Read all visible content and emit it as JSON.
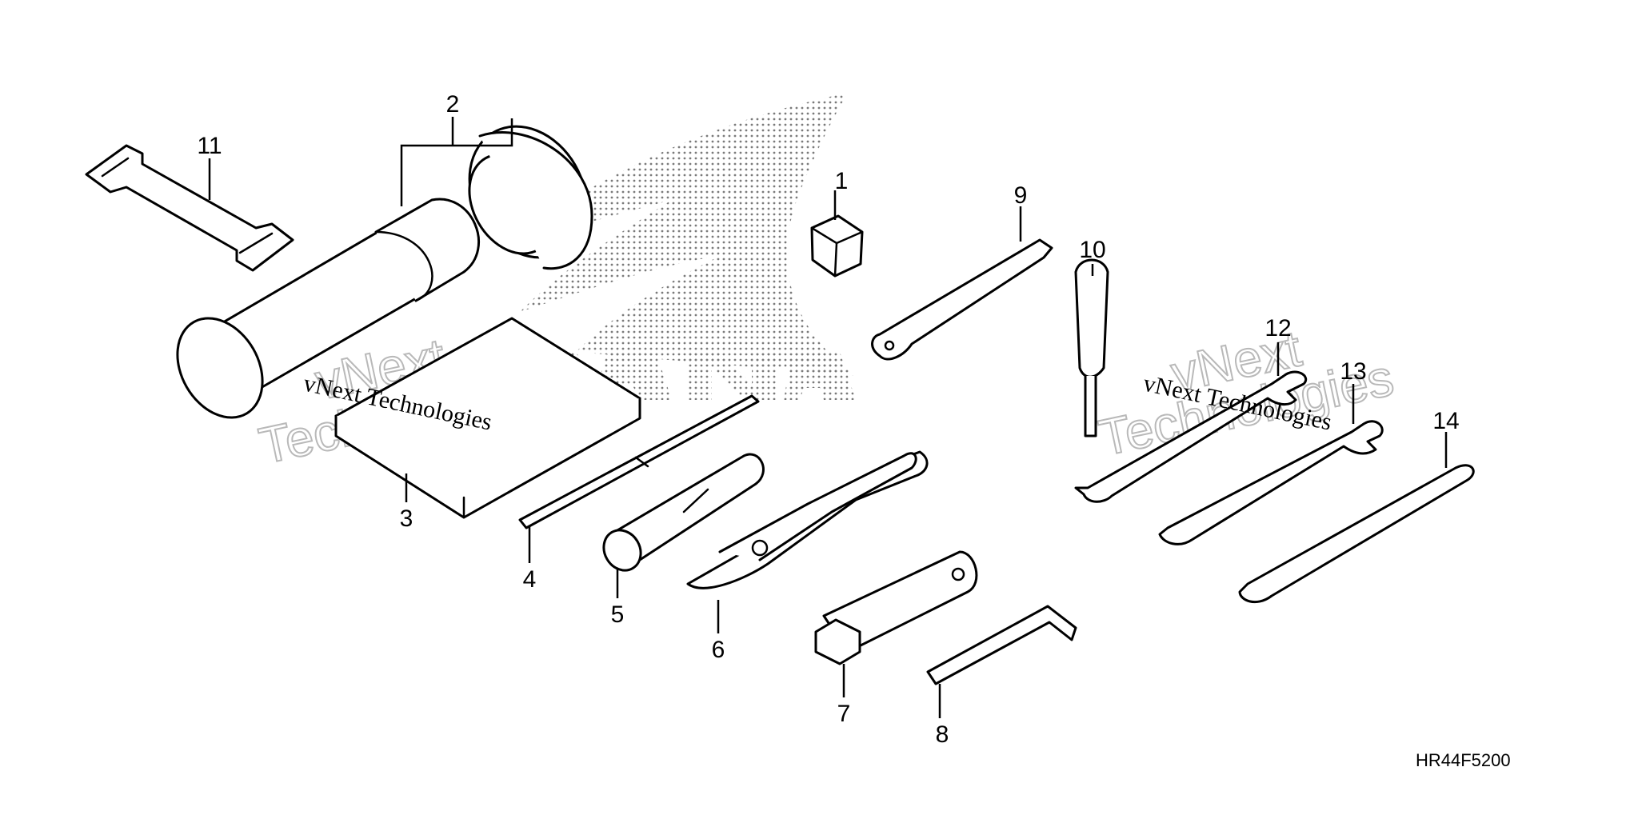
{
  "diagram_code": "HR44F5200",
  "watermark": {
    "line1": "vNext",
    "line2": "Technologies",
    "inline": "vNext Technologies"
  },
  "callouts": [
    {
      "id": "1",
      "label": "1"
    },
    {
      "id": "2",
      "label": "2"
    },
    {
      "id": "3",
      "label": "3"
    },
    {
      "id": "4",
      "label": "4"
    },
    {
      "id": "5",
      "label": "5"
    },
    {
      "id": "6",
      "label": "6"
    },
    {
      "id": "7",
      "label": "7"
    },
    {
      "id": "8",
      "label": "8"
    },
    {
      "id": "9",
      "label": "9"
    },
    {
      "id": "10",
      "label": "10"
    },
    {
      "id": "11",
      "label": "11"
    },
    {
      "id": "12",
      "label": "12"
    },
    {
      "id": "13",
      "label": "13"
    },
    {
      "id": "14",
      "label": "14"
    }
  ],
  "colors": {
    "line": "#000000",
    "background": "#ffffff",
    "watermark": "#b9b9b9",
    "logo_dots": "#7a7a7a"
  }
}
